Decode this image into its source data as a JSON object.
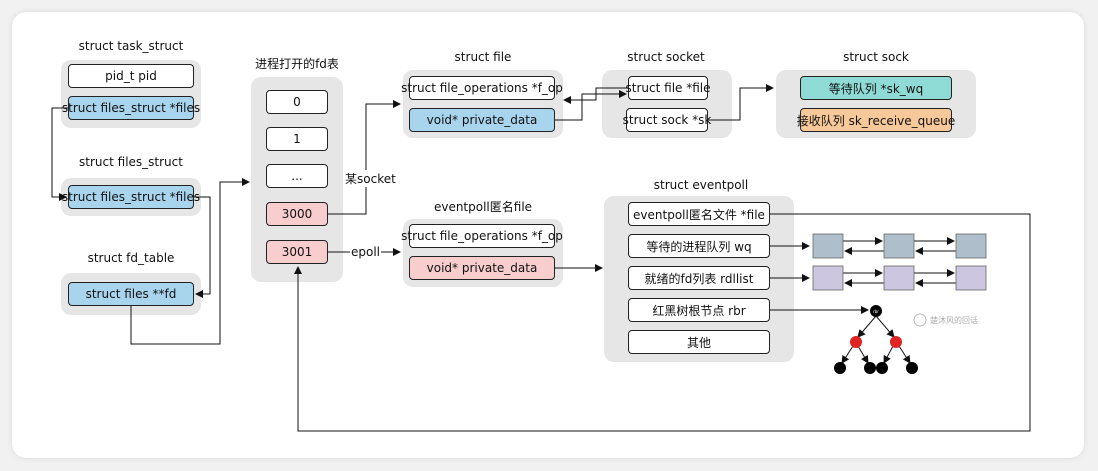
{
  "titles": {
    "task_struct": "struct task_struct",
    "files_struct": "struct files_struct",
    "fd_table": "struct fd_table",
    "fd_list": "进程打开的fd表",
    "file": "struct file",
    "socket": "struct socket",
    "sock": "struct sock",
    "eventpoll_file": "eventpoll匿名file",
    "eventpoll": "struct eventpoll"
  },
  "task_struct": {
    "pid": "pid_t pid",
    "files": "struct files_struct *files"
  },
  "files_struct": {
    "files": "struct files_struct *files"
  },
  "fd_table": {
    "fd": "struct files **fd"
  },
  "fd_list": [
    "0",
    "1",
    "...",
    "3000",
    "3001"
  ],
  "file": {
    "f_op": "struct file_operations *f_op",
    "private_data": "void* private_data"
  },
  "socket": {
    "file": "struct file *file",
    "sk": "struct sock *sk"
  },
  "sock": {
    "sk_wq": "等待队列 *sk_wq",
    "sk_receive_queue": "接收队列 sk_receive_queue"
  },
  "eventpoll_file": {
    "f_op": "struct file_operations *f_op",
    "private_data": "void* private_data"
  },
  "eventpoll": {
    "file": "eventpoll匿名文件 *file",
    "wq": "等待的进程队列 wq",
    "rdllist": "就绪的fd列表 rdllist",
    "rbr": "红黑树根节点 rbr",
    "other": "其他"
  },
  "edge_labels": {
    "socket": "某socket",
    "epoll": "epoll"
  },
  "tree_root_label": "rbr",
  "watermark": "楚沐风的回话",
  "colors": {
    "blue": "#a9d4ee",
    "pink": "#f7cdcd",
    "teal": "#8fdcd6",
    "orange": "#f7c89a",
    "queue_gray_blue": "#aebfcb",
    "queue_lavender": "#cdc6e0",
    "tree_red": "#e02424",
    "tree_black": "#000000"
  }
}
